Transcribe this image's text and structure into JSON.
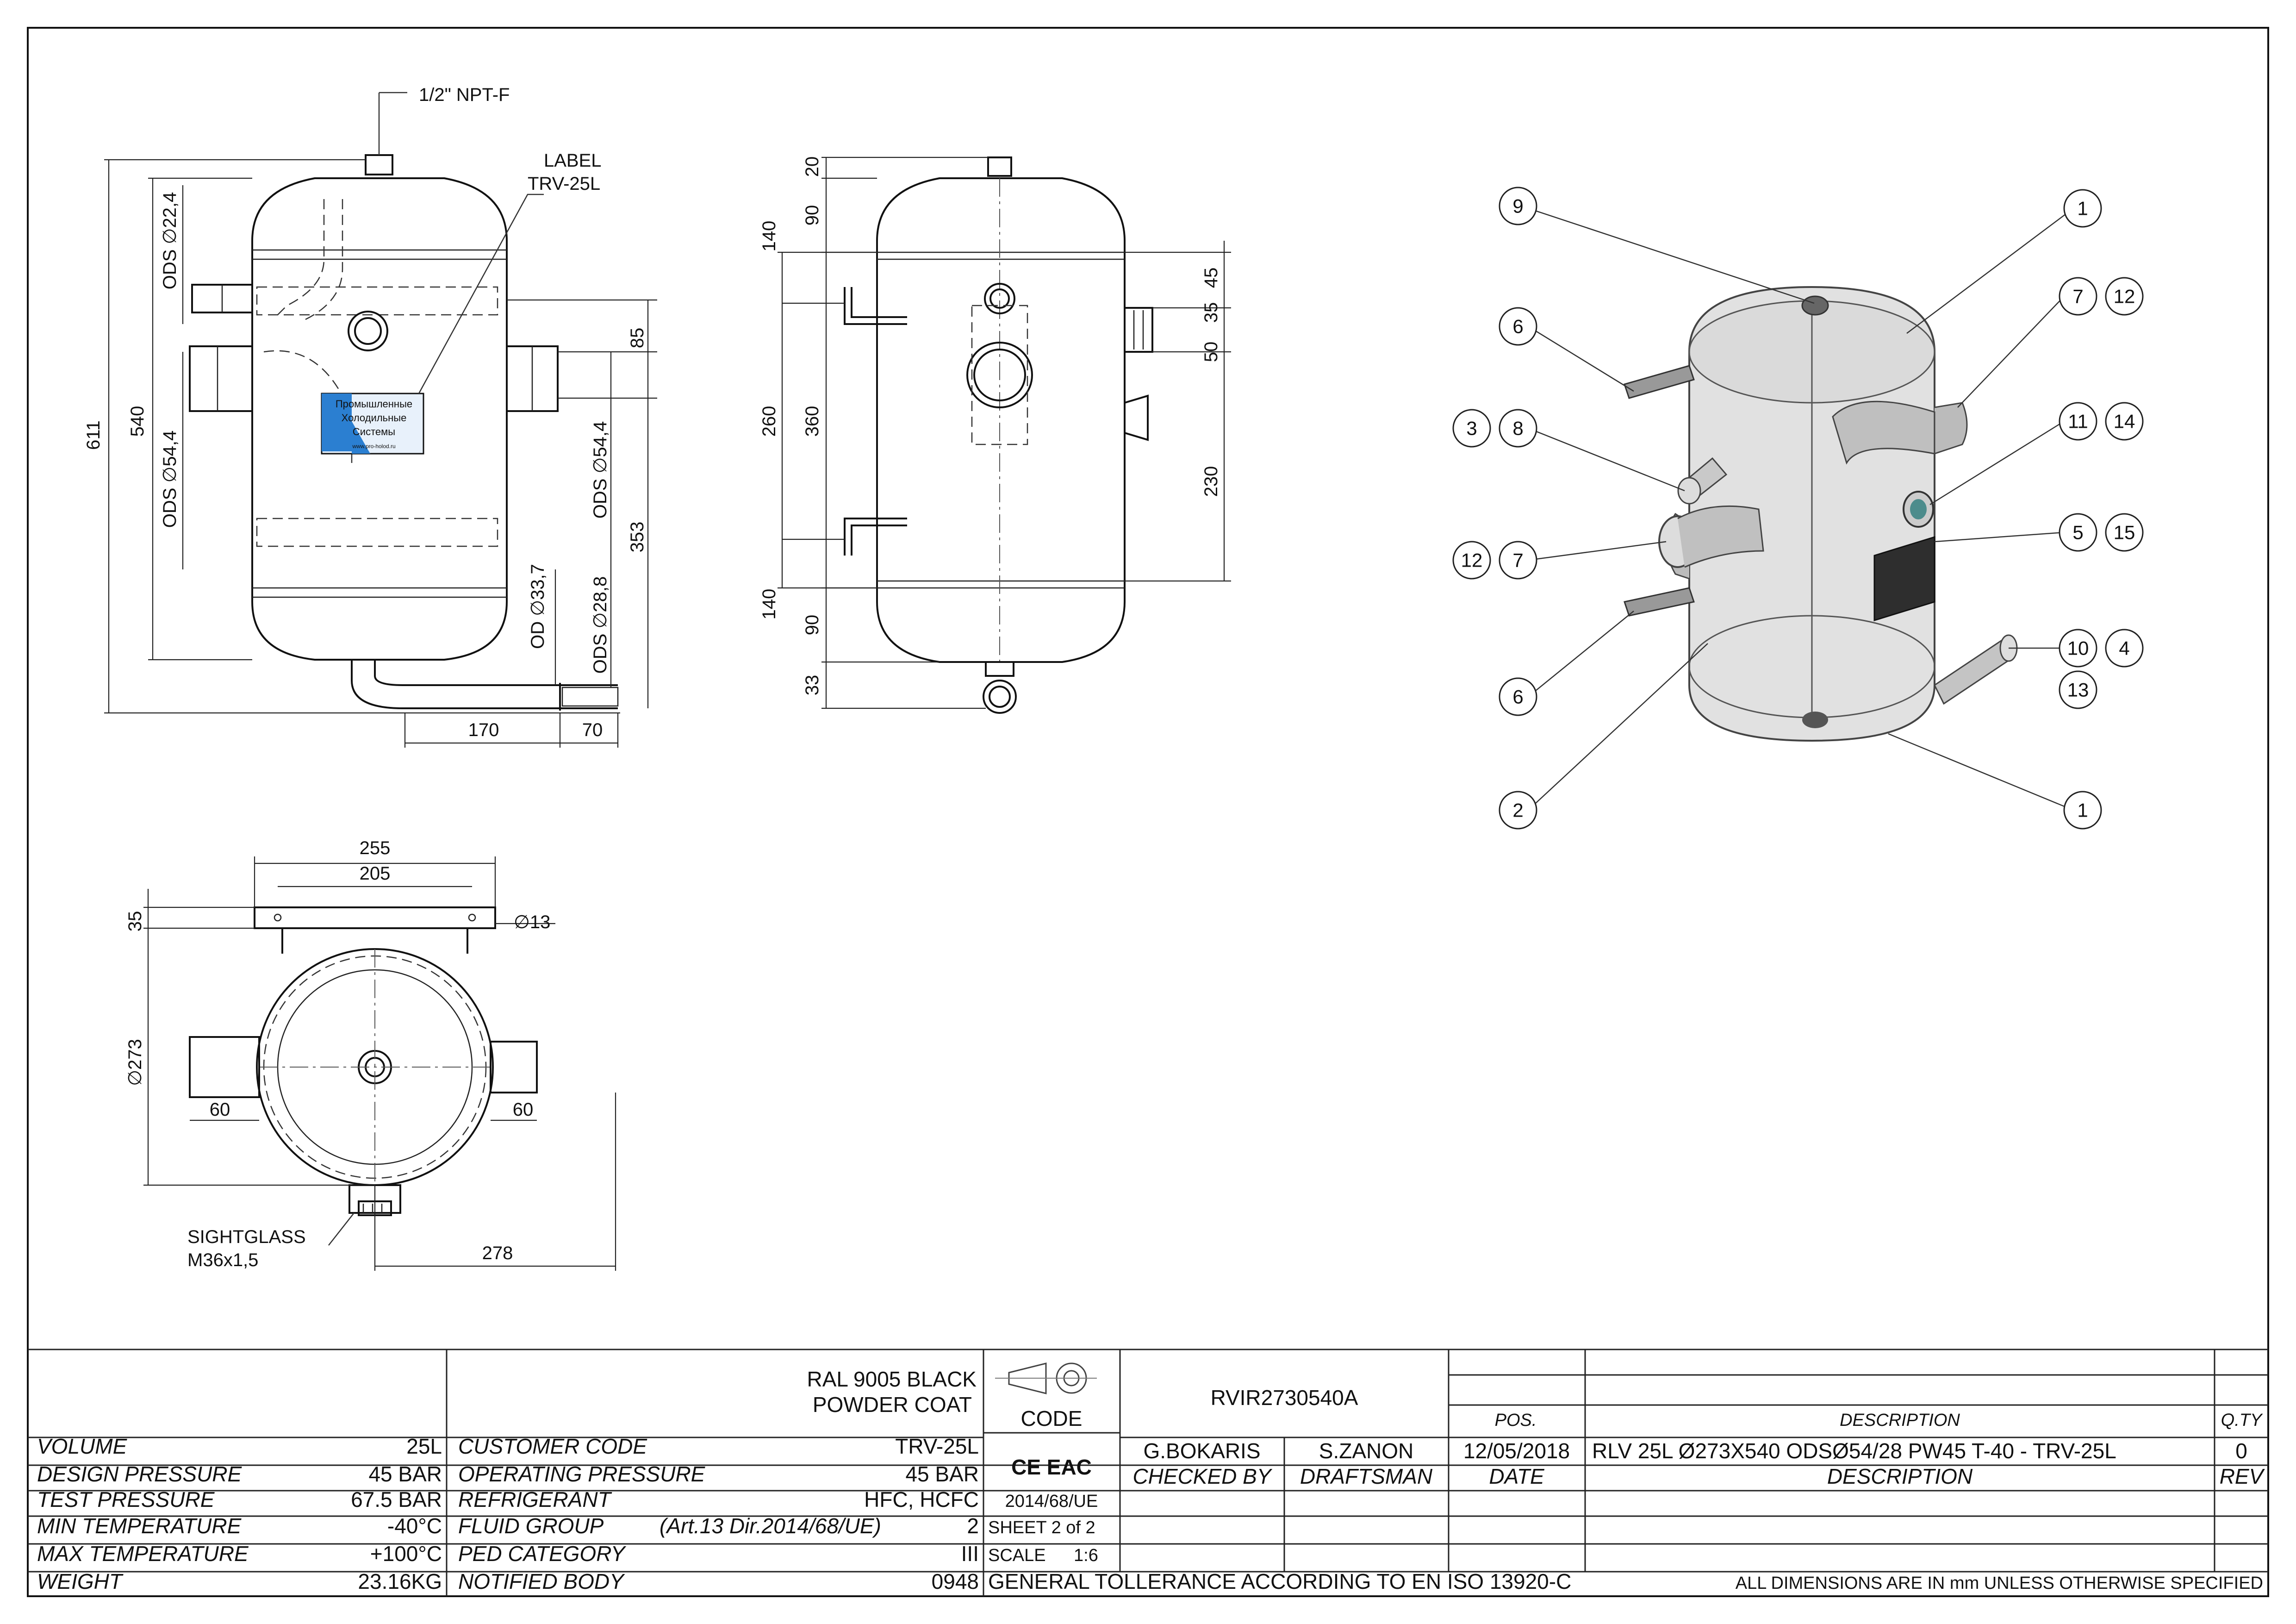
{
  "front_view": {
    "thread_label": "1/2\" NPT-F",
    "label_line1": "LABEL",
    "label_line2": "TRV-25L",
    "plate_lines": [
      "Промышленные",
      "Холодильные",
      "Системы",
      "www.pro-holod.ru"
    ],
    "dims": {
      "overall_height": "611",
      "body_height": "540",
      "ods_top": "ODS ∅22,4",
      "ods_left": "ODS ∅54,4",
      "ods_right": "ODS ∅54,4",
      "od_bottom": "OD ∅33,7",
      "ods_bottom": "ODS ∅28,8",
      "d85": "85",
      "d353": "353",
      "d170": "170",
      "d70": "70"
    }
  },
  "side_view": {
    "dims": [
      "20",
      "140",
      "90",
      "260",
      "360",
      "140",
      "90",
      "33",
      "45",
      "35",
      "50",
      "230"
    ]
  },
  "bottom_view": {
    "dims": {
      "w255": "255",
      "w205": "205",
      "h35": "35",
      "hole": "∅13",
      "dia": "∅273",
      "left60": "60",
      "right60": "60",
      "d278": "278"
    },
    "sightglass_line1": "SIGHTGLASS",
    "sightglass_line2": "M36x1,5"
  },
  "balloons": [
    "9",
    "1",
    "6",
    "7",
    "12",
    "3",
    "8",
    "11",
    "14",
    "12",
    "7",
    "5",
    "15",
    "6",
    "10",
    "4",
    "13",
    "2",
    "1"
  ],
  "title_block": {
    "finish_line1": "RAL 9005 BLACK",
    "finish_line2": "POWDER COAT",
    "code_label": "CODE",
    "drawing_code": "RVIR2730540A",
    "pos_label": "POS.",
    "description_label": "DESCRIPTION",
    "qty_label": "Q.TY",
    "specs": [
      {
        "label": "VOLUME",
        "value": "25L"
      },
      {
        "label": "DESIGN PRESSURE",
        "value": "45 BAR"
      },
      {
        "label": "TEST PRESSURE",
        "value": "67.5 BAR"
      },
      {
        "label": "MIN TEMPERATURE",
        "value": "-40°C"
      },
      {
        "label": "MAX TEMPERATURE",
        "value": "+100°C"
      },
      {
        "label": "WEIGHT",
        "value": "23.16KG"
      }
    ],
    "customer": [
      {
        "label": "CUSTOMER CODE",
        "value": "TRV-25L"
      },
      {
        "label": "OPERATING PRESSURE",
        "value": "45 BAR"
      },
      {
        "label": "REFRIGERANT",
        "value": "HFC, HCFC"
      },
      {
        "label": "FLUID GROUP",
        "note": "(Art.13 Dir.2014/68/UE)",
        "value": "2"
      },
      {
        "label": "PED CATEGORY",
        "value": "III"
      },
      {
        "label": "NOTIFIED BODY",
        "value": "0948"
      }
    ],
    "marks": "CE EAC",
    "directive": "2014/68/UE",
    "checked_by_name": "G.BOKARIS",
    "draftsman_name": "S.ZANON",
    "date": "12/05/2018",
    "description": "RLV 25L Ø273X540 ODSØ54/28 PW45 T-40 - TRV-25L",
    "rev_value": "0",
    "checked_by_label": "CHECKED BY",
    "draftsman_label": "DRAFTSMAN",
    "date_label": "DATE",
    "description_label2": "DESCRIPTION",
    "rev_label": "REV",
    "sheet": "SHEET 2 of 2",
    "scale_label": "SCALE",
    "scale_value": "1:6",
    "tolerance": "GENERAL TOLLERANCE ACCORDING TO EN ISO 13920-C",
    "units_note": "ALL DIMENSIONS ARE IN mm UNLESS OTHERWISE SPECIFIED"
  }
}
